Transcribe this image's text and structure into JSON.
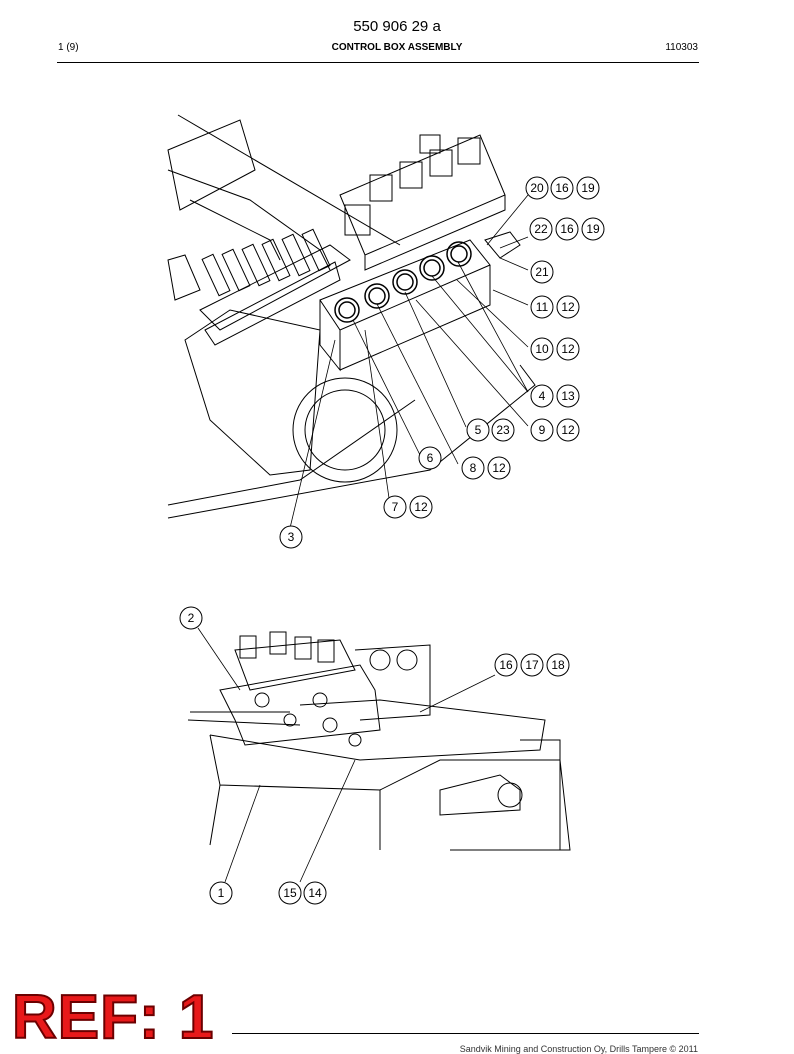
{
  "header": {
    "document_number": "550 906 29 a",
    "page_index": "1 (9)",
    "title": "CONTROL BOX ASSEMBLY",
    "date_code": "110303"
  },
  "figure_top": {
    "callouts": [
      {
        "id": "c20",
        "labels": [
          "20",
          "16",
          "19"
        ]
      },
      {
        "id": "c22",
        "labels": [
          "22",
          "16",
          "19"
        ]
      },
      {
        "id": "c21",
        "labels": [
          "21"
        ]
      },
      {
        "id": "c11",
        "labels": [
          "11",
          "12"
        ]
      },
      {
        "id": "c10",
        "labels": [
          "10",
          "12"
        ]
      },
      {
        "id": "c4",
        "labels": [
          "4",
          "13"
        ]
      },
      {
        "id": "c5",
        "labels": [
          "5",
          "23"
        ]
      },
      {
        "id": "c9",
        "labels": [
          "9",
          "12"
        ]
      },
      {
        "id": "c6",
        "labels": [
          "6"
        ]
      },
      {
        "id": "c8",
        "labels": [
          "8",
          "12"
        ]
      },
      {
        "id": "c7",
        "labels": [
          "7",
          "12"
        ]
      },
      {
        "id": "c3",
        "labels": [
          "3"
        ]
      }
    ]
  },
  "figure_bottom": {
    "callouts": [
      {
        "id": "b2",
        "labels": [
          "2"
        ]
      },
      {
        "id": "b16",
        "labels": [
          "16",
          "17",
          "18"
        ]
      },
      {
        "id": "b1",
        "labels": [
          "1"
        ]
      },
      {
        "id": "b15",
        "labels": [
          "15",
          "14"
        ]
      }
    ]
  },
  "stamp": {
    "text": "REF: 1",
    "color": "#e8191a"
  },
  "footer": {
    "copyright": "Sandvik Mining and Construction Oy, Drills Tampere © 2011"
  }
}
